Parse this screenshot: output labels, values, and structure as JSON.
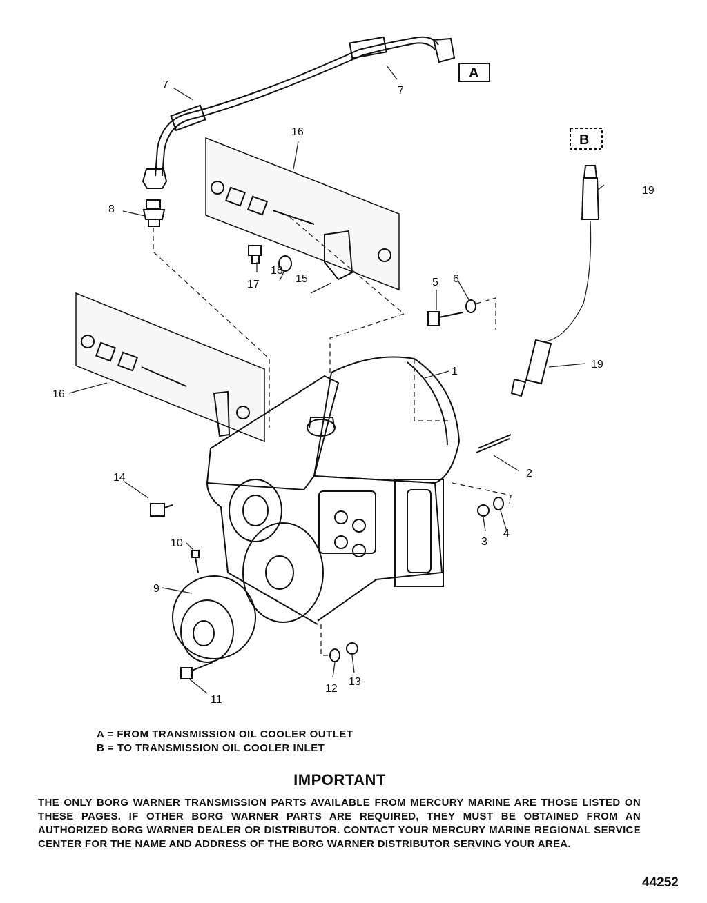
{
  "callouts": {
    "c1": "1",
    "c2": "2",
    "c3": "3",
    "c4": "4",
    "c5": "5",
    "c6": "6",
    "c7a": "7",
    "c7b": "7",
    "c8": "8",
    "c9": "9",
    "c10": "10",
    "c11": "11",
    "c12": "12",
    "c13": "13",
    "c14": "14",
    "c15": "15",
    "c16a": "16",
    "c16b": "16",
    "c17": "17",
    "c18": "18",
    "c19a": "19",
    "c19b": "19"
  },
  "boxes": {
    "a": "A",
    "b": "B"
  },
  "legend": {
    "a": "A = FROM TRANSMISSION OIL COOLER OUTLET",
    "b": "B = TO TRANSMISSION OIL COOLER INLET"
  },
  "important": {
    "title": "IMPORTANT",
    "text": "THE ONLY BORG WARNER TRANSMISSION PARTS AVAILABLE FROM MERCURY MARINE ARE THOSE LISTED ON THESE PAGES. IF OTHER BORG WARNER PARTS ARE REQUIRED, THEY MUST BE OBTAINED FROM AN AUTHORIZED BORG WARNER DEALER OR DISTRIBUTOR. CONTACT YOUR MERCURY MARINE REGIONAL SERVICE CENTER FOR THE NAME AND ADDRESS OF THE BORG WARNER DISTRIBUTOR SERVING YOUR AREA."
  },
  "figure_number": "44252"
}
